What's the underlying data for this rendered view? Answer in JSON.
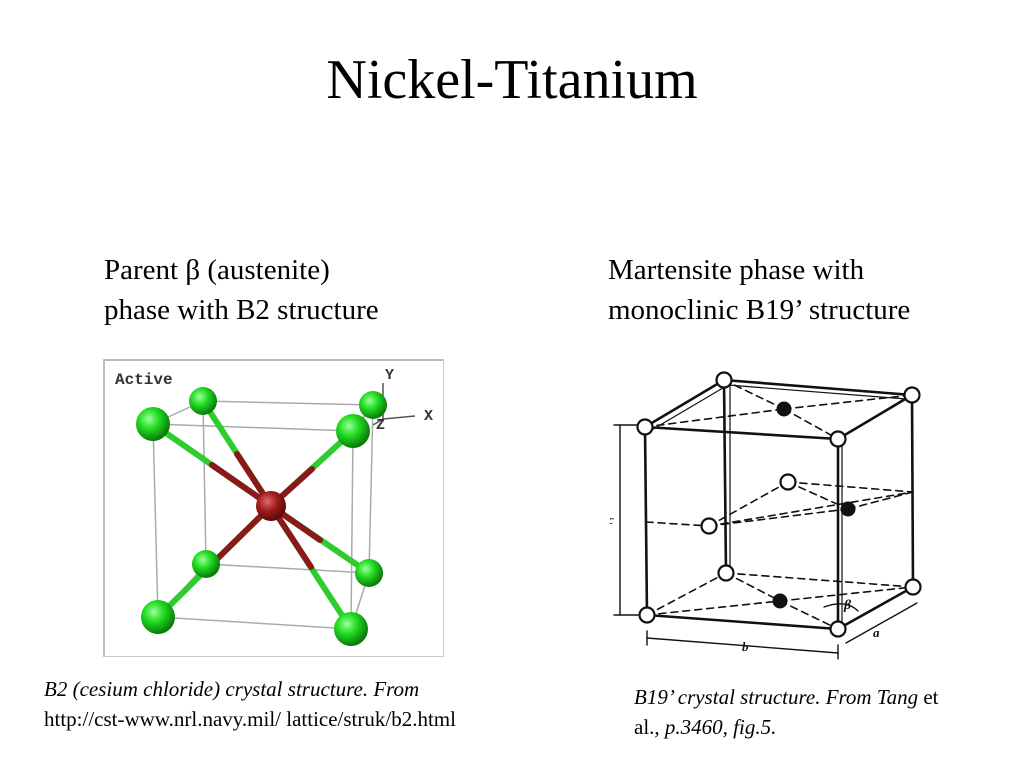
{
  "slide": {
    "title": "Nickel-Titanium"
  },
  "left_panel": {
    "heading_line1": "Parent β (austenite)",
    "heading_line2": "phase with B2 structure",
    "figure": {
      "label_active": "Active",
      "axis_y": "Y",
      "axis_z": "Z",
      "axis_x": "X",
      "corner_atom_color": "#22dd22",
      "center_atom_color": "#a01c1c",
      "background_color": "#ffffff"
    },
    "caption_line1": "B2 (cesium chloride) crystal structure.  From",
    "caption_line2": "http://cst-www.nrl.navy.mil/ lattice/struk/b2.html"
  },
  "right_panel": {
    "heading_line1": "Martensite phase with",
    "heading_line2": "monoclinic B19’ structure",
    "figure": {
      "label_c": "c",
      "label_b": "b",
      "label_a": "a",
      "label_beta": "β"
    },
    "caption_part1": "B19’ crystal structure.  From Tang",
    "caption_part2": " et",
    "caption_part3": "al.",
    "caption_part4": ", p.3460, fig.5."
  }
}
